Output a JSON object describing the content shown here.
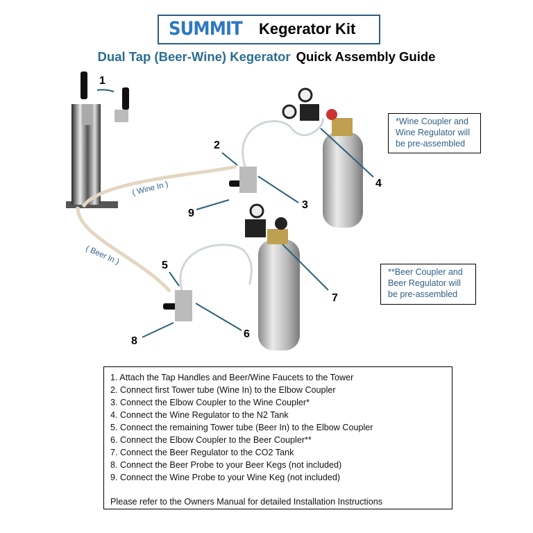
{
  "header": {
    "logo": "SUMMIT",
    "title": "Kegerator Kit"
  },
  "subtitle": {
    "blue": "Dual Tap (Beer-Wine) Kegerator",
    "black": "Quick Assembly Guide"
  },
  "diagram": {
    "callouts": [
      "1",
      "2",
      "3",
      "4",
      "5",
      "6",
      "7",
      "8",
      "9"
    ],
    "wine_in_label": "( Wine In )",
    "beer_in_label": "( Beer In )",
    "arrow_color": "#2b5f7a"
  },
  "notes": {
    "wine": [
      "*Wine Coupler and",
      "Wine Regulator will",
      "be pre-assembled"
    ],
    "beer": [
      "**Beer Coupler and",
      "Beer Regulator will",
      "be pre-assembled"
    ]
  },
  "steps": [
    "1. Attach the Tap Handles and Beer/Wine Faucets to the Tower",
    "2. Connect first Tower tube (Wine In) to the Elbow Coupler",
    "3. Connect the Elbow Coupler to the Wine Coupler*",
    "4. Connect the Wine Regulator to the N2 Tank",
    "5. Connect the remaining Tower tube (Beer In) to the Elbow Coupler",
    "6. Connect the Elbow Coupler to the Beer Coupler**",
    "7. Connect the Beer Regulator to the CO2 Tank",
    "8. Connect the Beer Probe to your Beer Kegs (not included)",
    "9. Connect the Wine Probe to your Wine Keg (not included)"
  ],
  "footer": "Please refer to the Owners Manual for detailed Installation Instructions"
}
